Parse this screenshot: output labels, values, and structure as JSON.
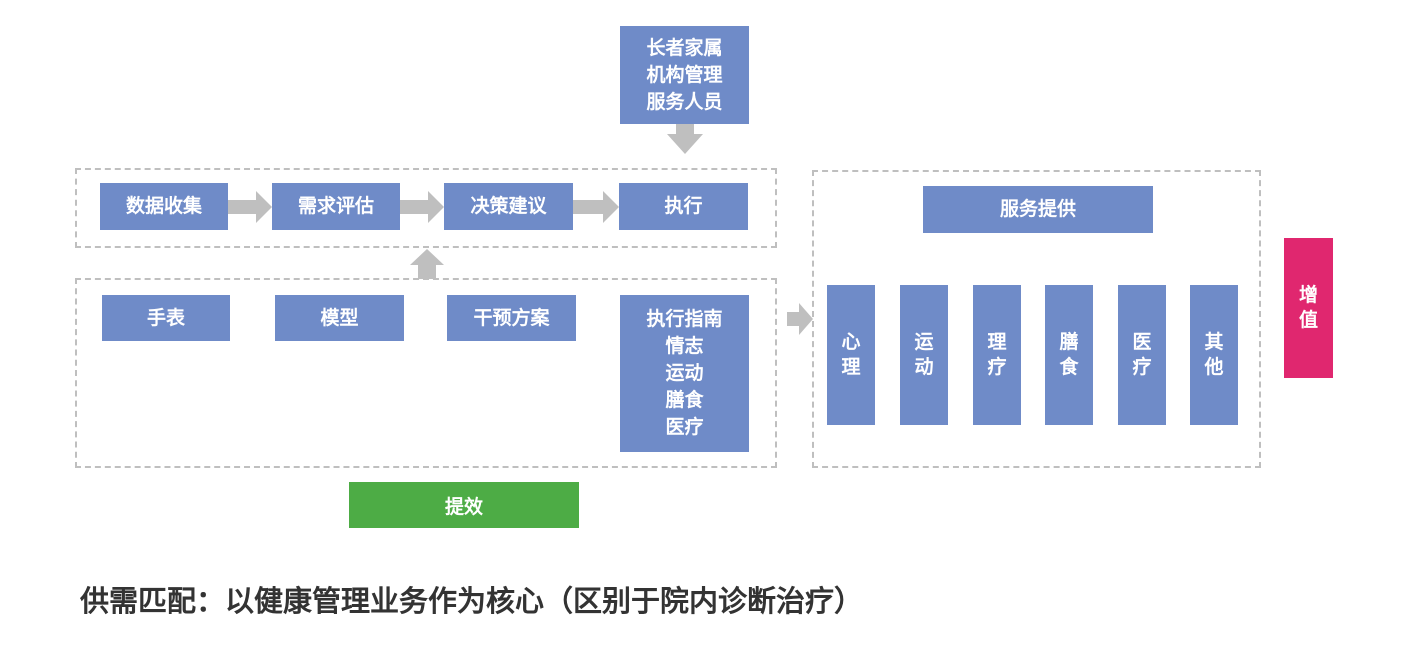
{
  "top_box": {
    "lines": [
      "长者家属",
      "机构管理",
      "服务人员"
    ]
  },
  "pipeline": {
    "steps": [
      "数据收集",
      "需求评估",
      "决策建议",
      "执行"
    ]
  },
  "inputs": {
    "items": [
      "手表",
      "模型",
      "干预方案"
    ],
    "guide": {
      "lines": [
        "执行指南",
        "情志",
        "运动",
        "膳食",
        "医疗"
      ]
    }
  },
  "efficiency_label": "提效",
  "services": {
    "header": "服务提供",
    "items": [
      "心理",
      "运动",
      "理疗",
      "膳食",
      "医疗",
      "其他"
    ]
  },
  "value_label": "增值",
  "caption": "供需匹配：以健康管理业务作为核心（区别于院内诊断治疗）",
  "colors": {
    "box_blue": "#6f8bc8",
    "green": "#4dac45",
    "pink": "#e0276f",
    "arrow_gray": "#bfbfbf",
    "dash_gray": "#bfbfbf"
  }
}
